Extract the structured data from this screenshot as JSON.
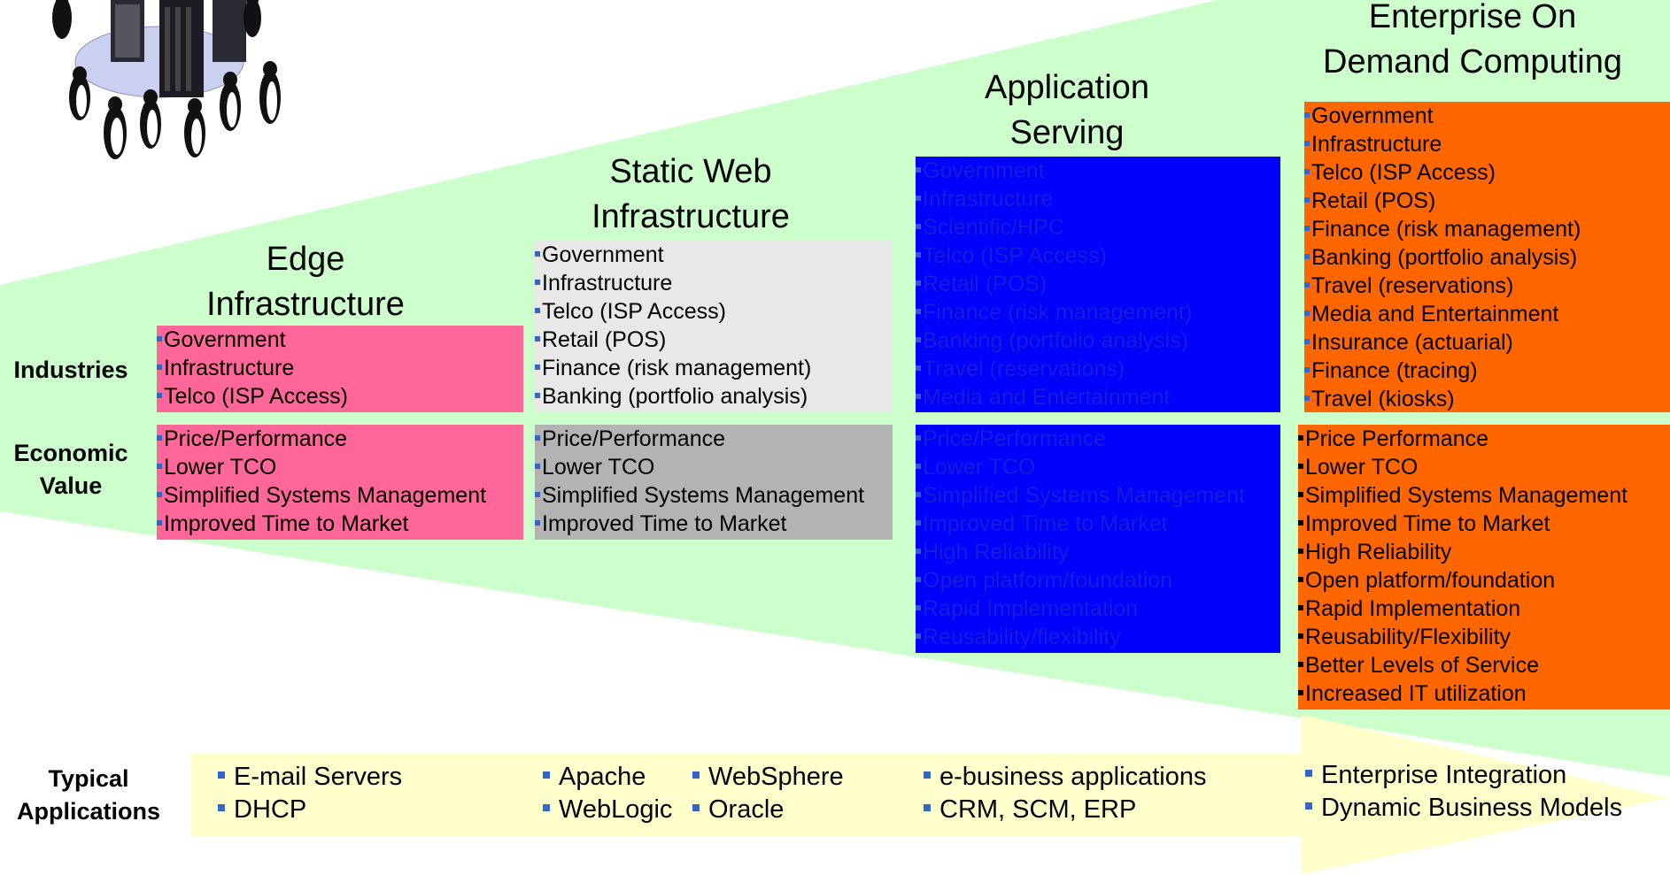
{
  "colors": {
    "wedge": "#ccffcc",
    "apps_band": "#ffffcc",
    "edge": "#ff6699",
    "static_industries": "#e8e8e8",
    "static_economic": "#b3b3b3",
    "app_serving": "#0000ff",
    "enterprise": "#ff6600"
  },
  "row_labels": {
    "industries": "Industries",
    "economic_line1": "Economic",
    "economic_line2": "Value",
    "apps_line1": "Typical",
    "apps_line2": "Applications"
  },
  "columns": [
    {
      "title_line1": "Edge",
      "title_line2": "Infrastructure",
      "industries": [
        "Government",
        "Infrastructure",
        "Telco (ISP Access)"
      ],
      "economic": [
        "Price/Performance",
        "Lower TCO",
        "Simplified Systems Management",
        "Improved Time to Market"
      ],
      "apps": [
        "E-mail Servers",
        "DHCP"
      ]
    },
    {
      "title_line1": "Static Web",
      "title_line2": "Infrastructure",
      "industries": [
        "Government",
        "Infrastructure",
        "Telco (ISP Access)",
        "Retail (POS)",
        "Finance (risk management)",
        "Banking (portfolio analysis)"
      ],
      "economic": [
        "Price/Performance",
        "Lower TCO",
        "Simplified Systems Management",
        "Improved Time to Market"
      ],
      "apps": [
        "Apache",
        "WebLogic",
        "WebSphere",
        "Oracle"
      ]
    },
    {
      "title_line1": "Application",
      "title_line2": "Serving",
      "industries": [
        "Government",
        "Infrastructure",
        "Scientific/HPC",
        "Telco (ISP Access)",
        "Retail (POS)",
        "Finance (risk management)",
        "Banking (portfolio analysis)",
        "Travel (reservations)",
        "Media and Entertainment"
      ],
      "economic": [
        "Price/Performance",
        "Lower TCO",
        "Simplified Systems Management",
        "Improved Time to Market",
        "High Reliability",
        "Open platform/foundation",
        "Rapid Implementation",
        "Reusability/flexibility"
      ],
      "apps": [
        "e-business applications",
        "CRM, SCM, ERP"
      ]
    },
    {
      "title_line1": "Enterprise On",
      "title_line2": "Demand Computing",
      "industries": [
        "Government",
        "Infrastructure",
        "Telco (ISP Access)",
        "Retail (POS)",
        "Finance (risk management)",
        "Banking (portfolio analysis)",
        "Travel (reservations)",
        "Media and Entertainment",
        "Insurance (actuarial)",
        "Finance (tracing)",
        "Travel (kiosks)"
      ],
      "economic": [
        "Price Performance",
        "Lower TCO",
        "Simplified Systems Management",
        "Improved Time to Market",
        "High Reliability",
        "Open platform/foundation",
        "Rapid Implementation",
        "Reusability/Flexibility",
        "Better Levels of Service",
        "Increased IT utilization"
      ],
      "apps": [
        "Enterprise Integration",
        "Dynamic Business Models"
      ]
    }
  ],
  "logo_image": "servers-and-penguins-image"
}
